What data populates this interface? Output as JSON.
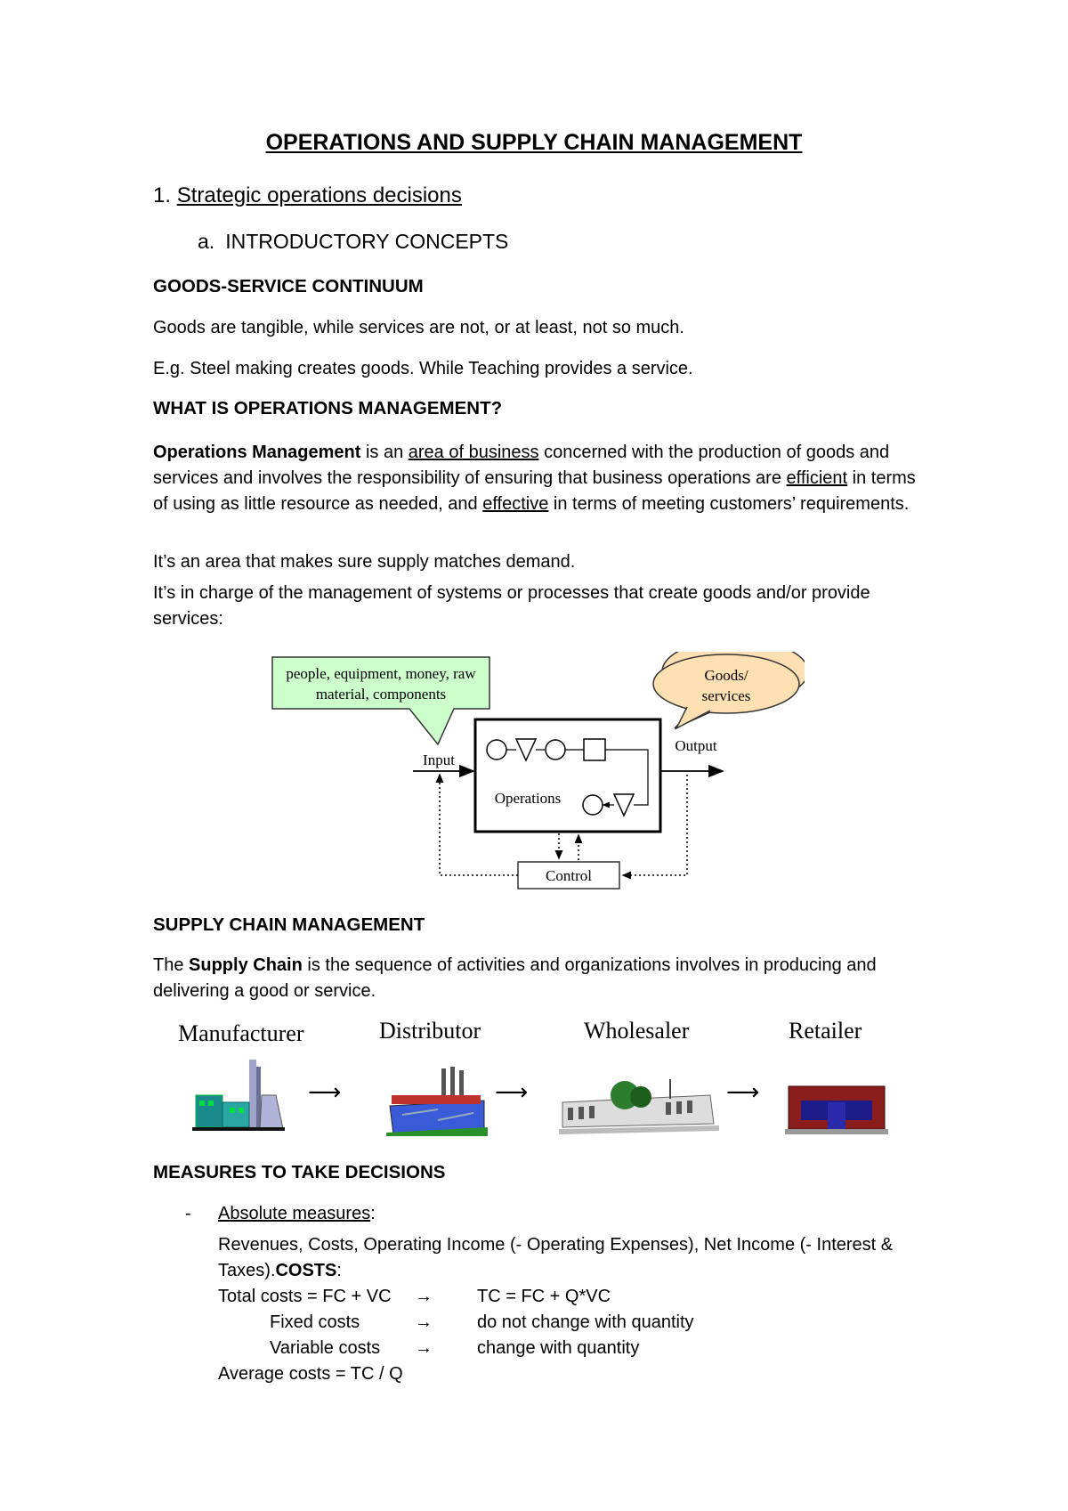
{
  "title": "OPERATIONS AND SUPPLY CHAIN MANAGEMENT",
  "section1": {
    "number": "1.",
    "label": "Strategic operations decisions"
  },
  "subsection_a": {
    "letter": "a.",
    "label": "INTRODUCTORY CONCEPTS"
  },
  "goods_service": {
    "heading": "GOODS-SERVICE CONTINUUM",
    "line1": "Goods are tangible, while services are not, or at least, not so much.",
    "line2": "E.g. Steel making creates goods. While Teaching provides a service."
  },
  "what_is_om": {
    "heading": "WHAT IS OPERATIONS MANAGEMENT?",
    "p1_bold": "Operations Management",
    "p1_a": " is an ",
    "p1_link1": "area of business",
    "p1_b": " concerned with the production of goods and services and involves the responsibility of ensuring that business operations are ",
    "p1_link2": "efficient",
    "p1_c": " in terms of using as little resource as needed, and ",
    "p1_link3": "effective",
    "p1_d": " in terms of meeting customers’ requirements.",
    "p2": "It’s an area that makes sure supply matches demand.",
    "p3a": "It’s in charge of the management of systems or processes that create goods and/or provide",
    "p3b": "services:"
  },
  "ops_diagram": {
    "inputs_line1": "people, equipment, money, raw",
    "inputs_line2": "material, components",
    "output_line1": "Goods/",
    "output_line2": "services",
    "input_label": "Input",
    "output_label": "Output",
    "operations_label": "Operations",
    "control_label": "Control"
  },
  "supply_chain": {
    "heading": "SUPPLY CHAIN MANAGEMENT",
    "p_a": "The ",
    "p_bold": "Supply Chain",
    "p_b": " is the sequence of activities and organizations involves in producing and",
    "p_c": "delivering a good or service.",
    "stages": [
      "Manufacturer",
      "Distributor",
      "Wholesaler",
      "Retailer"
    ]
  },
  "measures": {
    "heading": "MEASURES TO TAKE DECISIONS",
    "bullet": "-",
    "abs_label": "Absolute measures",
    "abs_colon": ":",
    "line1": "Revenues, Costs, Operating Income (- Operating Expenses), Net Income (- Interest &",
    "line2a": "Taxes).",
    "line2b": "COSTS",
    "line2c": ":",
    "rows": [
      {
        "left": "Total costs = FC + VC",
        "arrow": "→",
        "right": "TC = FC + Q*VC"
      },
      {
        "left": "Fixed costs",
        "arrow": "→",
        "right": "do not change with quantity"
      },
      {
        "left": "Variable costs",
        "arrow": "→",
        "right": "change with quantity"
      }
    ],
    "avg": "Average costs = TC / Q"
  },
  "colors": {
    "input_box": "#ccffcc",
    "output_bubble": "#ffe0b3"
  }
}
